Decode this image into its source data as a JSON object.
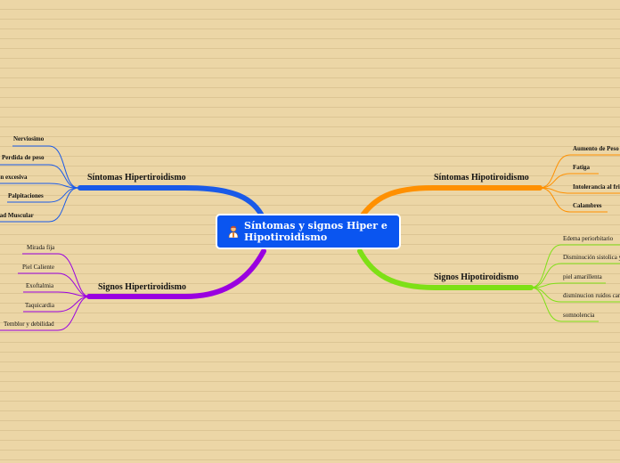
{
  "central": {
    "title": "Síntomas y signos Hiper e Hipotiroidismo",
    "icon": "person-icon"
  },
  "colors": {
    "background": "#ecd6a6",
    "central": "#0a55f0",
    "sintomas_hipertiroidismo": "#1a5ae8",
    "signos_hipertiroidismo": "#9a00e0",
    "sintomas_hipotiroidismo": "#ff9000",
    "signos_hipotiroidismo": "#7ee016"
  },
  "branches": {
    "sintomas_hipertiroidismo": {
      "label": "Síntomas Hipertiroidismo",
      "items": [
        "Nerviosimo",
        "Perdida de peso",
        "Sudoración excesiva",
        "Palpitaciones",
        "Debilidad Muscular"
      ]
    },
    "signos_hipertiroidismo": {
      "label": "Signos Hipertiroidismo",
      "items": [
        "Mirada fija",
        "Piel Caliente",
        "Exoftalmia",
        "Taquicardia",
        "Temblor y debilidad"
      ]
    },
    "sintomas_hipotiroidismo": {
      "label": "Síntomas Hipotiroidismo",
      "items": [
        "Aumento de Peso",
        "Fatiga",
        "Intolerancia al frio",
        "Calambres"
      ]
    },
    "signos_hipotiroidismo": {
      "label": "Signos Hipotiroidismo",
      "items": [
        "Edema periorbitario",
        "Disminución sistolica y",
        "piel amarillenta",
        "disminucion ruidos card",
        "somnolencia"
      ]
    }
  }
}
